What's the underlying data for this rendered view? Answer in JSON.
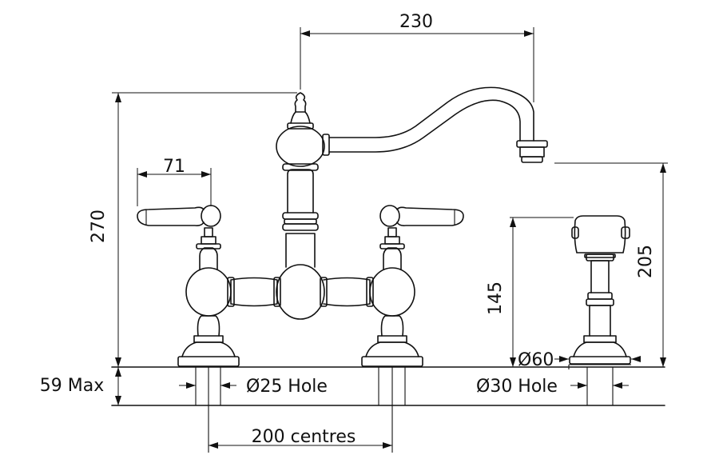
{
  "dimensions": {
    "spout_reach": "230",
    "lever_length": "71",
    "overall_height": "270",
    "spray_height": "145",
    "spray_base": "Ø60",
    "spout_clearance": "205",
    "max_deck": "59 Max",
    "tap_hole": "Ø25 Hole",
    "spray_hole": "Ø30 Hole",
    "centres": "200 centres"
  }
}
